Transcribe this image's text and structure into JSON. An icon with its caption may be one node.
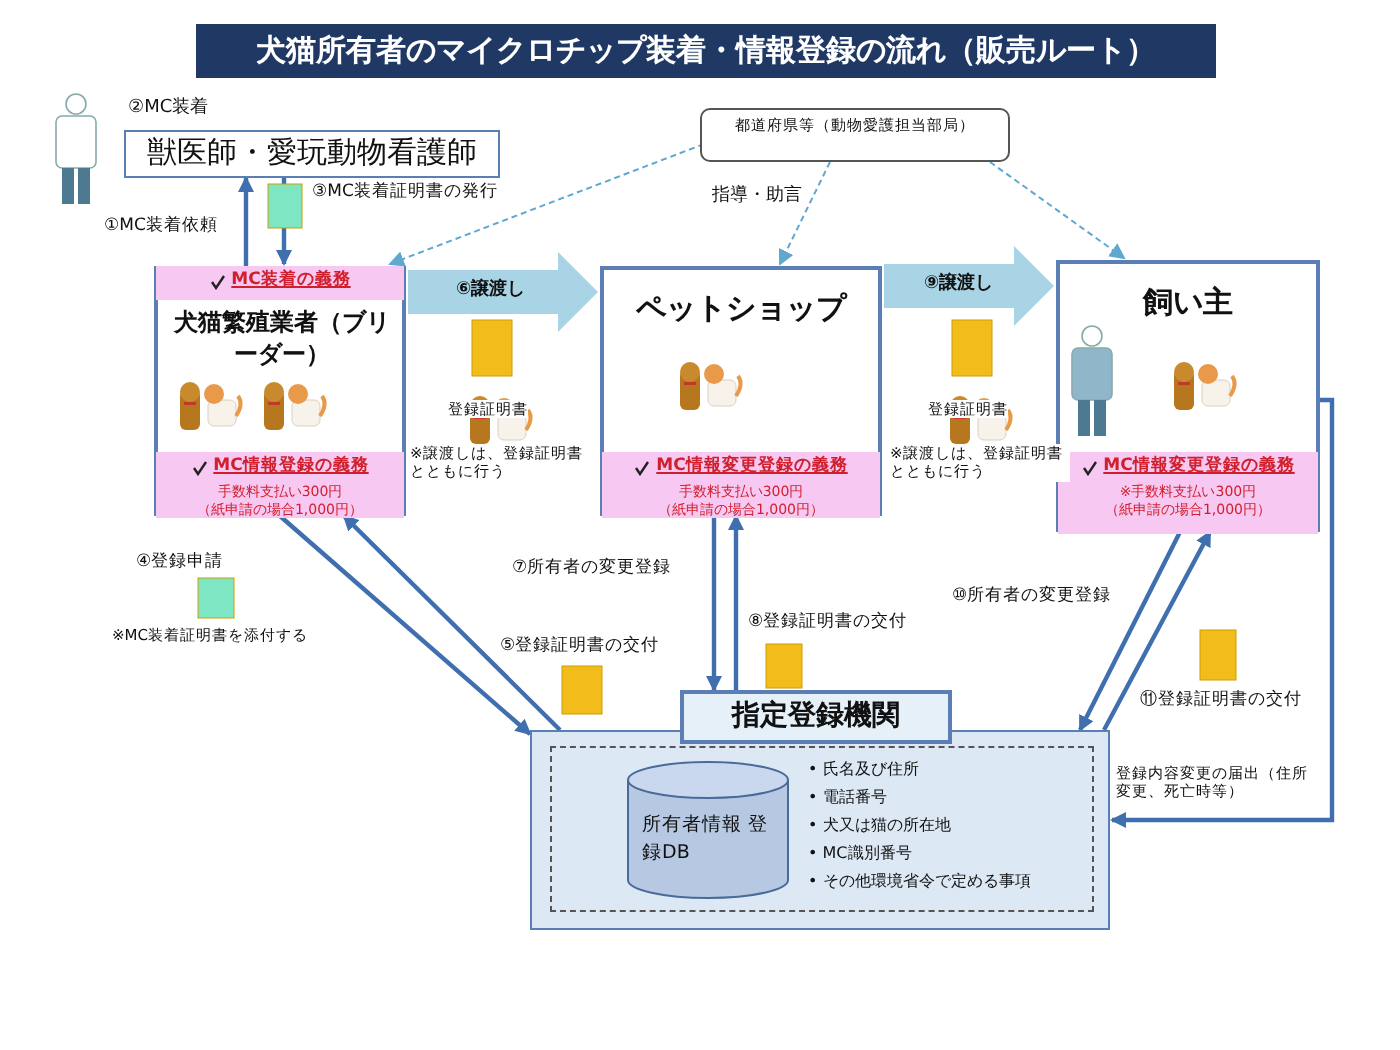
{
  "diagram": {
    "title": "犬猫所有者のマイクロチップ装着・情報登録の流れ（販売ルート）",
    "nodes": [
      {
        "text": [
          "獣医師・愛玩動物看護師"
        ],
        "beside": [
          "②MC装着"
        ]
      },
      {
        "text": [
          "都道府県等（動物愛護担当部局）"
        ]
      },
      {
        "text": [
          "MC装着の義務",
          "犬猫繁殖業者（ブリーダー）",
          "MC情報登録の義務",
          "手数料支払い300円",
          "（紙申請の場合1,000円）"
        ]
      },
      {
        "text": [
          "ペットショップ",
          "MC情報変更登録の義務",
          "手数料支払い300円",
          "（紙申請の場合1,000円）"
        ]
      },
      {
        "text": [
          "飼い主",
          "MC情報変更登録の義務",
          "※手数料支払い300円",
          "（紙申請の場合1,000円）"
        ]
      },
      {
        "text": [
          "指定登録機関"
        ]
      },
      {
        "text": [
          "• 氏名及び住所",
          "• 電話番号",
          "• 犬又は猫の所在地",
          "• MC識別番号",
          "• その他環境省令で定める事項"
        ],
        "in": 5
      },
      {
        "text": [
          "所有者情報 登録DB"
        ],
        "in": 6
      }
    ],
    "edges": [
      {
        "from": 2,
        "to": 0,
        "arrow": "to",
        "label": "①MC装着依頼"
      },
      {
        "from": 0,
        "to": 2,
        "arrow": "to",
        "label": "③MC装着証明書の発行"
      },
      {
        "from": 1,
        "to": 2,
        "arrow": "to",
        "style": "dashed",
        "color": "#5fa8d0"
      },
      {
        "from": 1,
        "to": 3,
        "arrow": "to",
        "style": "dashed",
        "color": "#5fa8d0"
      },
      {
        "from": 1,
        "to": 4,
        "arrow": "to",
        "style": "dashed",
        "color": "#5fa8d0"
      },
      {
        "from": 2,
        "to": 3,
        "arrow": "to",
        "style": "thick",
        "color": "#a9d4e6",
        "label": "⑥譲渡し"
      },
      {
        "from": 3,
        "to": 4,
        "arrow": "to",
        "style": "thick",
        "color": "#a9d4e6",
        "label": "⑨譲渡し"
      },
      {
        "from": 2,
        "to": 5,
        "arrow": "to",
        "label": "④登録申請"
      },
      {
        "from": 5,
        "to": 2,
        "arrow": "to",
        "label": "⑤登録証明書の交付"
      },
      {
        "from": 3,
        "to": 5,
        "arrow": "to",
        "label": "⑦所有者の変更登録"
      },
      {
        "from": 5,
        "to": 3,
        "arrow": "to",
        "label": "⑧登録証明書の交付"
      },
      {
        "from": 4,
        "to": 5,
        "arrow": "to",
        "label": "⑩所有者の変更登録"
      },
      {
        "from": 5,
        "to": 4,
        "arrow": "to",
        "label": "⑪登録証明書の交付"
      },
      {
        "from": 4,
        "to": 5,
        "arrow": "to",
        "label": "登録内容変更の届出（住所変更、死亡時等）"
      }
    ],
    "labels": [
      "指導・助言",
      "登録証明書",
      "※譲渡しは、登録証明書とともに行う",
      "登録証明書",
      "※譲渡しは、登録証明書とともに行う",
      "※MC装着証明書を添付する"
    ]
  }
}
